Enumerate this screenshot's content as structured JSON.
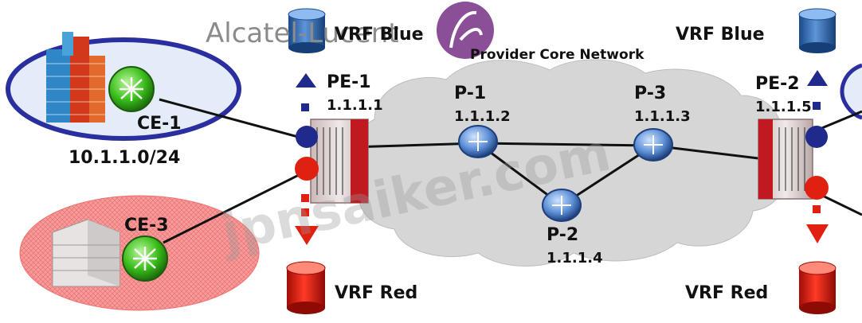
{
  "brand": {
    "name": "Alcatel-Lucent"
  },
  "watermark": "jpnsaiker.com",
  "cloud": {
    "title": "Provider Core Network"
  },
  "routers": {
    "pe1": {
      "name": "PE-1",
      "ip": "1.1.1.1"
    },
    "p1": {
      "name": "P-1",
      "ip": "1.1.1.2"
    },
    "p2": {
      "name": "P-2",
      "ip": "1.1.1.4"
    },
    "p3": {
      "name": "P-3",
      "ip": "1.1.1.3"
    },
    "pe2": {
      "name": "PE-2",
      "ip": "1.1.1.5"
    }
  },
  "customers": {
    "ce1": {
      "name": "CE-1",
      "subnet": "10.1.1.0/24"
    },
    "ce3": {
      "name": "CE-3"
    }
  },
  "vrfs": {
    "blue_left": "VRF Blue",
    "blue_right": "VRF Blue",
    "red_left": "VRF Red",
    "red_right": "VRF Red"
  },
  "colors": {
    "vrf_blue": "#1f2a8c",
    "vrf_red": "#e02010",
    "cloud": "#d6d6d6",
    "router_green": "#3bbf1c",
    "ce1_ellipse": "#2b2e9e",
    "ce3_ellipse": "#f06f6f"
  }
}
